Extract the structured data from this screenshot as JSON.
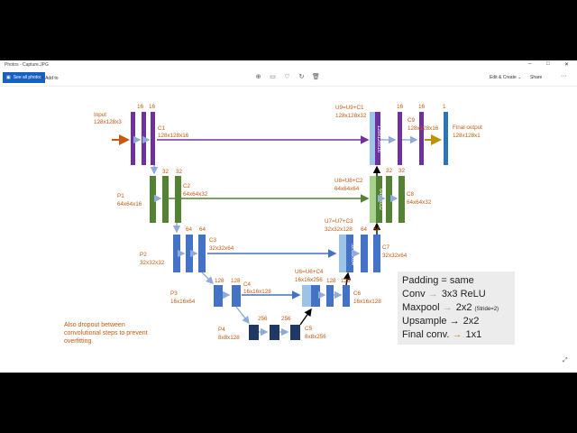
{
  "window": {
    "title": "Photos - Capture.JPG"
  },
  "toolbar": {
    "see_all": "See all photos",
    "add_to": "Add to",
    "edit_create": "Edit & Create",
    "share": "Share"
  },
  "diagram": {
    "input_label": "Input",
    "input_shape": "128x128x3",
    "final_label": "Final output",
    "final_shape": "128x128x1",
    "c1": "C1",
    "c1s": "128x128x16",
    "c2": "C2",
    "c2s": "64x64x32",
    "c3": "C3",
    "c3s": "32x32x64",
    "c4": "C4",
    "c4s": "16x16x128",
    "c5": "C5",
    "c5s": "8x8x256",
    "c6": "C6",
    "c6s": "16x16x128",
    "c7": "C7",
    "c7s": "32x32x64",
    "c8": "C8",
    "c8s": "64x64x32",
    "c9": "C9",
    "c9s": "128x128x16",
    "p1": "P1",
    "p1s": "64x64x16",
    "p2": "P2",
    "p2s": "32x32x32",
    "p3": "P3",
    "p3s": "16x16x64",
    "p4": "P4",
    "p4s": "8x8x128",
    "u6": "U6=U6+C4",
    "u6s": "16x16x256",
    "u7": "U7=U7+C3",
    "u7s": "32x32x128",
    "u8": "U8=U8+C2",
    "u8s": "64x64x64",
    "u9": "U9=U9+C1",
    "u9s": "128x128x32",
    "n16": "16",
    "n32": "32",
    "n64": "64",
    "n128": "128",
    "n256": "256",
    "n1": "1",
    "v9": "128x128x16",
    "v8": "64x64x32",
    "v7": "32x32x64"
  },
  "legend": {
    "padding": "Padding = same",
    "conv": "Conv",
    "conv_val": "3x3 ReLU",
    "maxpool": "Maxpool",
    "maxpool_val": "2x2",
    "maxpool_note": "(Stride=2)",
    "upsample": "Upsample",
    "upsample_val": "2x2",
    "final": "Final conv.",
    "final_val": "1x1"
  },
  "note": "Also dropout between convolutional steps to prevent overfitting",
  "colors": {
    "purple": "#7030a0",
    "green": "#548235",
    "blue": "#4472c4",
    "dark_blue": "#2f5597",
    "orange": "#c55a11",
    "gold": "#bf9000"
  }
}
